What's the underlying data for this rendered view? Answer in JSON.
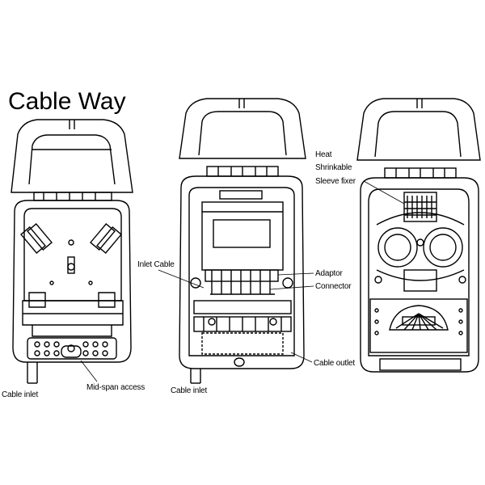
{
  "title": "Cable Way",
  "labels": {
    "cable_inlet_left": "Cable inlet",
    "mid_span_access": "Mid-span access",
    "cable_inlet_center": "Cable inlet",
    "inlet_cable": "Inlet Cable",
    "adaptor": "Adaptor",
    "connector": "Connector",
    "cable_outlet": "Cable outlet",
    "heat_shrinkable_sleeve_fixer": [
      "Heat",
      "Shrinkable",
      "Sleeve fixer"
    ]
  }
}
